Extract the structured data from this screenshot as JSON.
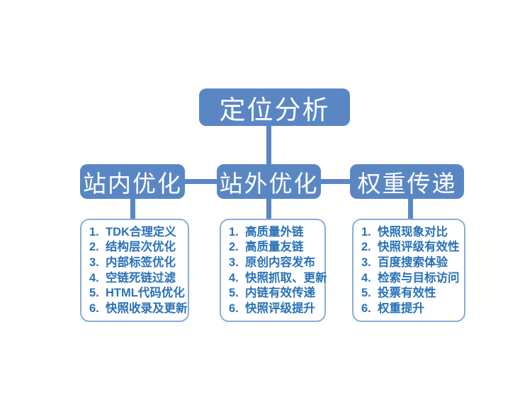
{
  "root": {
    "label": "定位分析"
  },
  "branches": [
    {
      "label": "站内优化",
      "items": [
        {
          "num": "1.",
          "text": "TDK合理定义"
        },
        {
          "num": "2.",
          "text": "结构层次优化"
        },
        {
          "num": "3.",
          "text": "内部标签优化"
        },
        {
          "num": "4.",
          "text": "空链死链过滤"
        },
        {
          "num": "5.",
          "text": "HTML代码优化"
        },
        {
          "num": "6.",
          "text": "快照收录及更新"
        }
      ]
    },
    {
      "label": "站外优化",
      "items": [
        {
          "num": "1.",
          "text": "高质量外链"
        },
        {
          "num": "2.",
          "text": "高质量友链"
        },
        {
          "num": "3.",
          "text": "原创内容发布"
        },
        {
          "num": "4.",
          "text": "快照抓取、更新"
        },
        {
          "num": "5.",
          "text": "内链有效传递"
        },
        {
          "num": "6.",
          "text": "快照评级提升"
        }
      ]
    },
    {
      "label": "权重传递",
      "items": [
        {
          "num": "1.",
          "text": "快照现象对比"
        },
        {
          "num": "2.",
          "text": "快照评级有效性"
        },
        {
          "num": "3.",
          "text": "百度搜索体验"
        },
        {
          "num": "4.",
          "text": "检索与目标访问"
        },
        {
          "num": "5.",
          "text": "投票有效性"
        },
        {
          "num": "6.",
          "text": "权重提升"
        }
      ]
    }
  ],
  "colors": {
    "node_fill": "#5a87c4",
    "list_border": "#8aaed6",
    "list_text": "#2a72b8"
  }
}
